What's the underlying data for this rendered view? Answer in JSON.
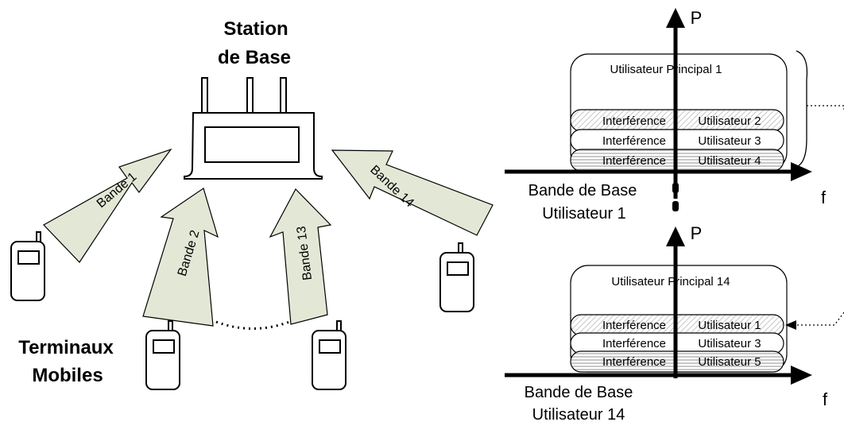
{
  "base_station": {
    "line1": "Station",
    "line2": "de Base"
  },
  "terminals": {
    "line1": "Terminaux",
    "line2": "Mobiles"
  },
  "bands": {
    "b1": "Bande 1",
    "b2": "Bande 2",
    "b13": "Bande 13",
    "b14": "Bande 14"
  },
  "axis": {
    "p": "P",
    "f": "f"
  },
  "spectrum_top": {
    "principal": "Utilisateur Principal 1",
    "interference_label": "Interférence",
    "rows": [
      "Utilisateur 2",
      "Utilisateur 3",
      "Utilisateur 4"
    ],
    "base_line1": "Bande de Base",
    "base_line2": "Utilisateur 1"
  },
  "spectrum_bottom": {
    "principal": "Utilisateur Principal 14",
    "interference_label": "Interférence",
    "rows": [
      "Utilisateur 1",
      "Utilisateur 3",
      "Utilisateur 5"
    ],
    "base_line1": "Bande de Base",
    "base_line2": "Utilisateur 14"
  },
  "colors": {
    "arrow_fill": "#e3e8d6",
    "stripe": "#c8c8c8",
    "line": "#000000"
  }
}
